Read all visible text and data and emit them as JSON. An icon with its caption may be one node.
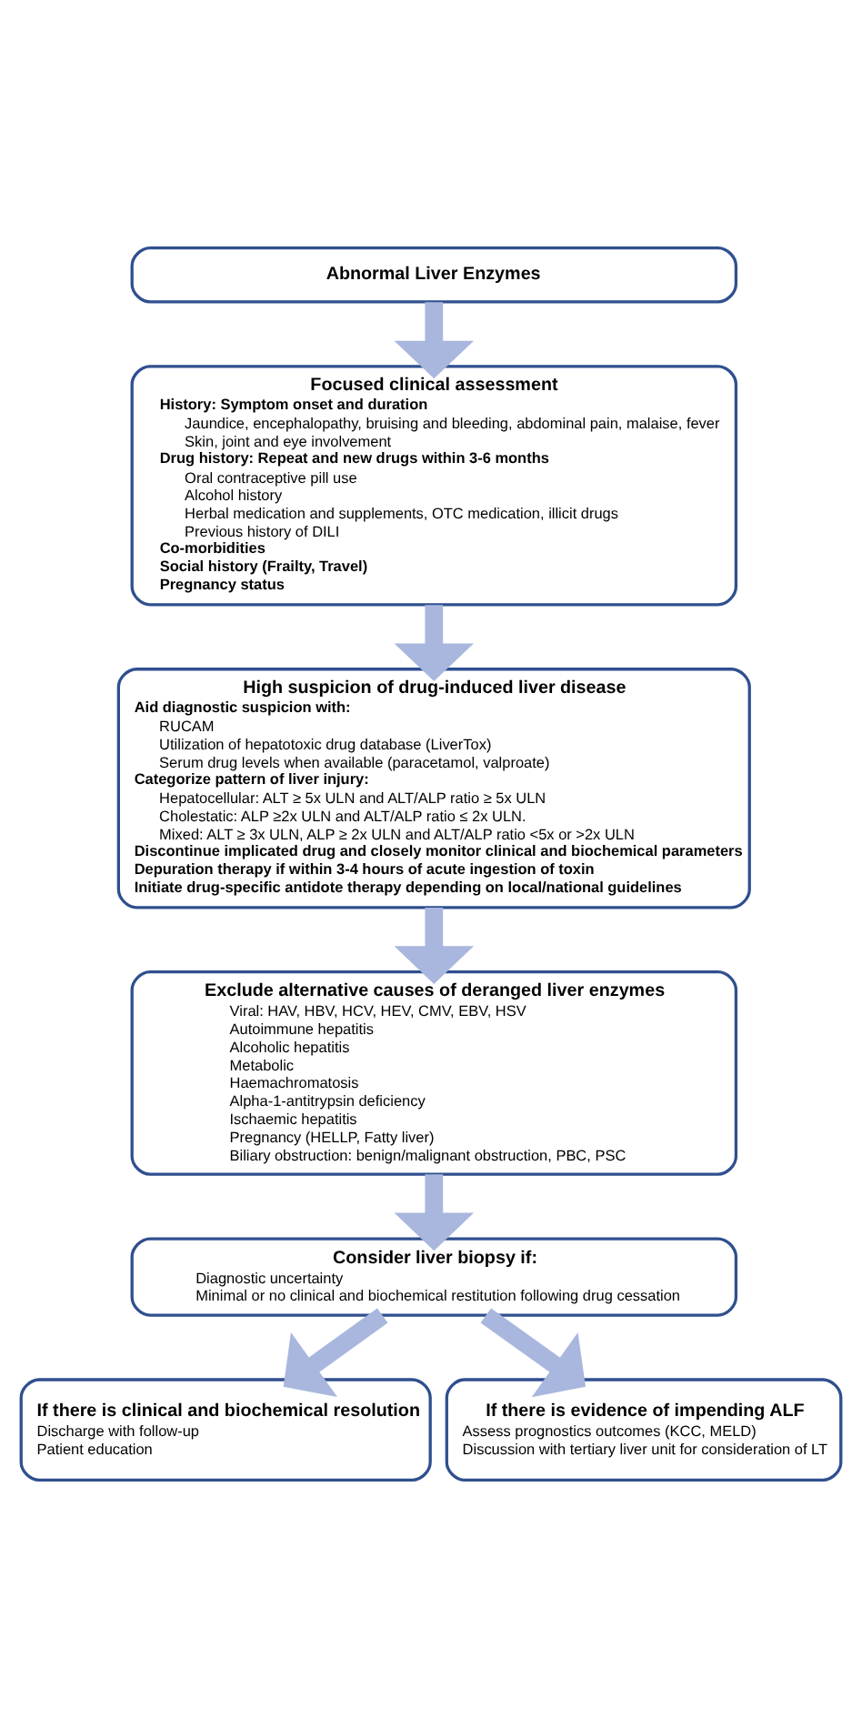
{
  "diagram": {
    "nodes": [
      {
        "text": [
          "Abnormal Liver Enzymes"
        ]
      },
      {
        "text": [
          "Focused clinical assessment",
          "History: Symptom onset and duration",
          "Jaundice, encephalopathy, bruising and bleeding, abdominal pain, malaise, fever",
          "Skin, joint and eye involvement",
          "Drug history: Repeat and new drugs within 3-6 months",
          "Oral contraceptive pill use",
          "Alcohol history",
          "Herbal medication and supplements, OTC medication, illicit drugs",
          "Previous history of DILI",
          "Co-morbidities",
          "Social history (Frailty, Travel)",
          "Pregnancy status"
        ]
      },
      {
        "text": [
          "High suspicion of drug-induced liver disease",
          "Aid diagnostic suspicion with:",
          "RUCAM",
          "Utilization of hepatotoxic drug database (LiverTox)",
          "Serum drug levels when available (paracetamol, valproate)",
          "Categorize pattern of liver injury:",
          "Hepatocellular: ALT ≥ 5x ULN and ALT/ALP ratio ≥ 5x ULN",
          "Cholestatic: ALP ≥2x ULN and ALT/ALP ratio ≤ 2x ULN.",
          "Mixed: ALT ≥ 3x ULN, ALP ≥ 2x ULN and ALT/ALP ratio <5x or >2x ULN",
          "Discontinue implicated drug and closely monitor clinical and biochemical parameters",
          "Depuration therapy if within 3-4 hours of acute ingestion of toxin",
          "Initiate drug-specific antidote therapy depending on local/national guidelines"
        ]
      },
      {
        "text": [
          "Exclude alternative causes of deranged liver enzymes",
          "Viral: HAV, HBV, HCV, HEV, CMV, EBV, HSV",
          "Autoimmune hepatitis",
          "Alcoholic hepatitis",
          "Metabolic",
          "Haemachromatosis",
          "Alpha-1-antitrypsin deficiency",
          "Ischaemic hepatitis",
          "Pregnancy (HELLP, Fatty liver)",
          "Biliary obstruction: benign/malignant obstruction, PBC, PSC"
        ]
      },
      {
        "text": [
          "Consider liver biopsy if:",
          "Diagnostic uncertainty",
          "Minimal or no clinical and biochemical restitution following drug cessation"
        ]
      },
      {
        "text": [
          "If there is clinical and biochemical resolution",
          "Discharge with follow-up",
          "Patient education"
        ]
      },
      {
        "text": [
          "If there is evidence of impending ALF",
          "Assess prognostics outcomes (KCC, MELD)",
          "Discussion with tertiary liver unit for consideration of LT"
        ]
      }
    ],
    "edges": [
      {
        "from": 0,
        "to": 1,
        "arrow": "to"
      },
      {
        "from": 1,
        "to": 2,
        "arrow": "to"
      },
      {
        "from": 2,
        "to": 3,
        "arrow": "to"
      },
      {
        "from": 3,
        "to": 4,
        "arrow": "to"
      },
      {
        "from": 4,
        "to": 5,
        "arrow": "to"
      },
      {
        "from": 4,
        "to": 6,
        "arrow": "to"
      }
    ]
  }
}
